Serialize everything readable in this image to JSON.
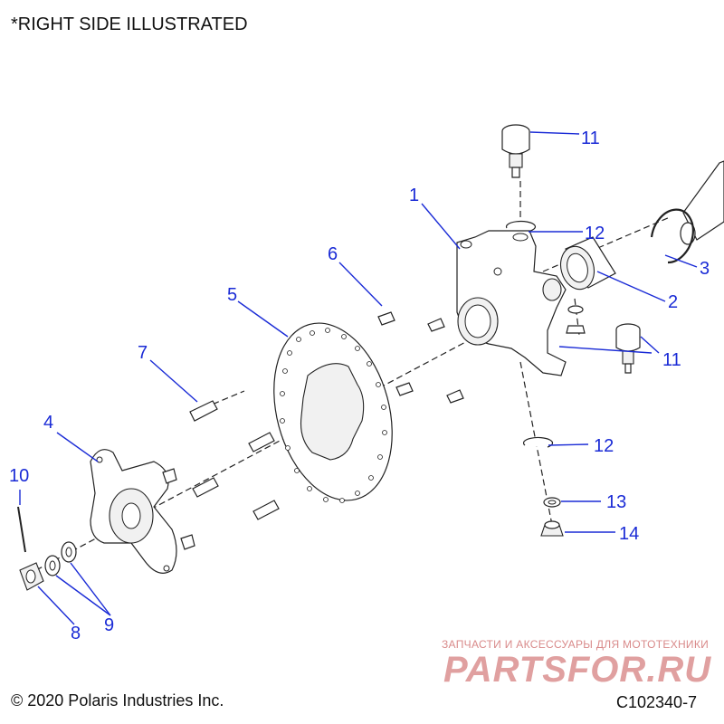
{
  "header": {
    "note": "*RIGHT SIDE ILLUSTRATED"
  },
  "footer": {
    "copyright": "© 2020 Polaris Industries Inc.",
    "figure_code": "C102340-7"
  },
  "watermark": {
    "tagline": "ЗАПЧАСТИ И АКСЕССУАРЫ ДЛЯ МОТОТЕХНИКИ",
    "logo": "PARTSFOR.RU"
  },
  "callouts": [
    {
      "id": "c1",
      "label": "1"
    },
    {
      "id": "c2",
      "label": "2"
    },
    {
      "id": "c3",
      "label": "3"
    },
    {
      "id": "c4",
      "label": "4"
    },
    {
      "id": "c5",
      "label": "5"
    },
    {
      "id": "c6",
      "label": "6"
    },
    {
      "id": "c7",
      "label": "7"
    },
    {
      "id": "c8",
      "label": "8"
    },
    {
      "id": "c9",
      "label": "9"
    },
    {
      "id": "c10",
      "label": "10"
    },
    {
      "id": "c11a",
      "label": "11"
    },
    {
      "id": "c11b",
      "label": "11"
    },
    {
      "id": "c12a",
      "label": "12"
    },
    {
      "id": "c12b",
      "label": "12"
    },
    {
      "id": "c13",
      "label": "13"
    },
    {
      "id": "c14",
      "label": "14"
    }
  ],
  "colors": {
    "callout": "#1a2bd6",
    "line": "#222222",
    "watermark": "#e0a0a0"
  }
}
